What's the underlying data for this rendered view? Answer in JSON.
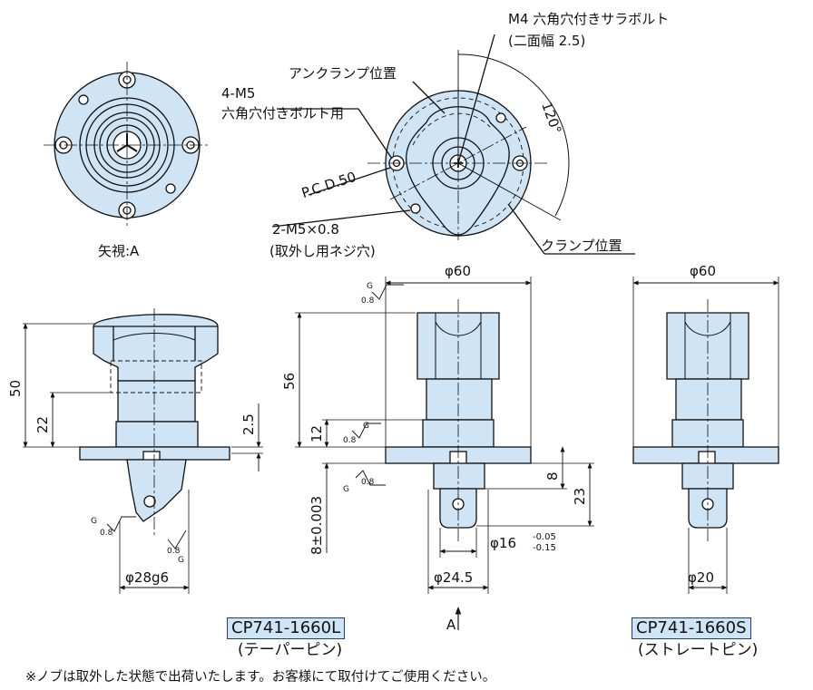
{
  "labels": {
    "m4_bolt": "M4 六角穴付きサラボルト",
    "m4_bolt_width": "(二面幅 2.5)",
    "unclamp_pos": "アンクランプ位置",
    "m5_bolt_1": "4-M5",
    "m5_bolt_2": "六角穴付きボルト用",
    "angle": "120°",
    "pcd": "P.C.D.50",
    "m5_hole_1": "2-M5×0.8",
    "m5_hole_2": "(取外し用ネジ穴)",
    "clamp_pos": "クランプ位置",
    "view_a": "矢視:A",
    "arrow_a": "A"
  },
  "dimensions": {
    "phi60_mid": "φ60",
    "phi60_right": "φ60",
    "d50": "50",
    "d22": "22",
    "d2_5": "2.5",
    "d56": "56",
    "d12": "12",
    "d8_tol": "8±0.003",
    "d8": "8",
    "d23": "23",
    "phi16": "φ16",
    "phi16_tol_upper": "-0.05",
    "phi16_tol_lower": "-0.15",
    "phi28": "φ28g6",
    "phi24_5": "φ24.5",
    "phi20": "φ20",
    "surf_08": "0.8",
    "surf_g": "G"
  },
  "models": {
    "left_code": "CP741-1660L",
    "left_desc": "(テーパーピン)",
    "right_code": "CP741-1660S",
    "right_desc": "(ストレートピン)"
  },
  "footnote": "※ノブは取外した状態で出荷いたします。お客様にて取付けてご使用ください。",
  "colors": {
    "part_fill": "#cfe4f5",
    "outline": "#111111",
    "model_border": "#1d3f73"
  }
}
